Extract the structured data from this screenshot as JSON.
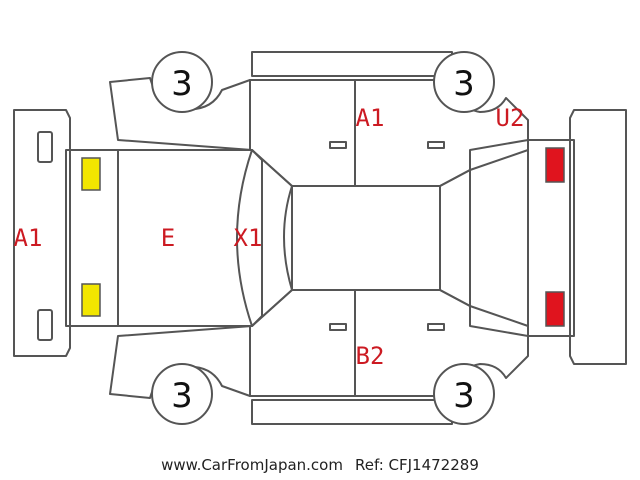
{
  "wheels": [
    {
      "id": "front-left",
      "grade": "3"
    },
    {
      "id": "rear-left",
      "grade": "3"
    },
    {
      "id": "front-right",
      "grade": "3"
    },
    {
      "id": "rear-right",
      "grade": "3"
    }
  ],
  "damage_marks": {
    "front_bumper": "A1",
    "hood": "E",
    "windshield": "X1",
    "roof_left": "A1",
    "rear_right": "U2",
    "right_side": "B2"
  },
  "indicator_colors": {
    "front_lights": "#f2e600",
    "rear_lights": "#e0141e",
    "marks": "#cc1a22",
    "lines": "#555555"
  },
  "footer": {
    "site": "www.CarFromJapan.com",
    "ref": "Ref: CFJ1472289"
  }
}
